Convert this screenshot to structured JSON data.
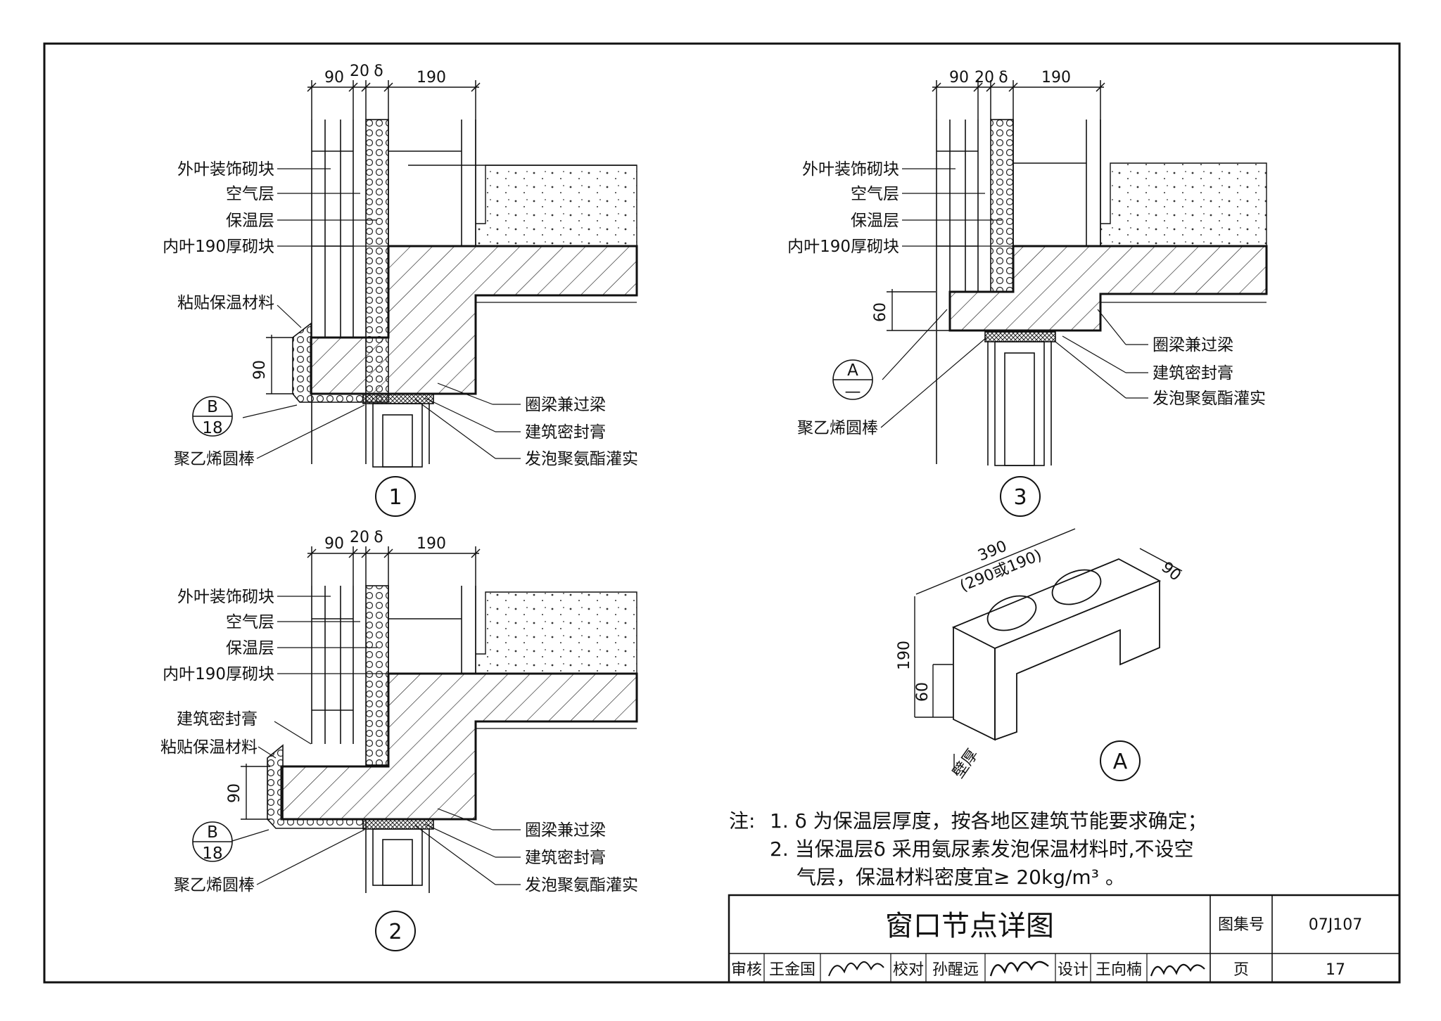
{
  "sheet": {
    "title": "窗口节点详图",
    "atlas_label": "图集号",
    "atlas_no": "07J107",
    "page_label": "页",
    "page_no": "17",
    "sign_row": {
      "review_label": "审核",
      "review_name": "王金国",
      "check_label": "校对",
      "check_name": "孙醒远",
      "design_label": "设计",
      "design_name": "王向楠"
    }
  },
  "details": [
    {
      "number": "1",
      "dims": [
        "90",
        "20",
        "δ",
        "190"
      ],
      "vdim": "90",
      "labels": [
        "外叶装饰砌块",
        "空气层",
        "保温层",
        "内叶190厚砌块",
        "粘贴保温材料",
        "聚乙烯圆棒",
        "圈梁兼过梁",
        "建筑密封膏",
        "发泡聚氨酯灌实"
      ],
      "ref": {
        "top": "B",
        "bottom": "18"
      }
    },
    {
      "number": "2",
      "dims": [
        "90",
        "20",
        "δ",
        "190"
      ],
      "vdim": "90",
      "labels": [
        "外叶装饰砌块",
        "空气层",
        "保温层",
        "内叶190厚砌块",
        "建筑密封膏",
        "粘贴保温材料",
        "聚乙烯圆棒",
        "圈梁兼过梁",
        "建筑密封膏",
        "发泡聚氨酯灌实"
      ],
      "ref": {
        "top": "B",
        "bottom": "18"
      }
    },
    {
      "number": "3",
      "dims": [
        "90",
        "20",
        "δ",
        "190"
      ],
      "vdim": "60",
      "labels": [
        "外叶装饰砌块",
        "空气层",
        "保温层",
        "内叶190厚砌块",
        "聚乙烯圆棒",
        "圈梁兼过梁",
        "建筑密封膏",
        "发泡聚氨酯灌实"
      ],
      "ref": {
        "top": "A",
        "bottom": "—"
      }
    }
  ],
  "block_a": {
    "label": "A",
    "length": "390",
    "length_alt": "(290或190)",
    "width": "90",
    "height": "190",
    "notch": "60",
    "wall": "壁厚"
  },
  "notes": {
    "prefix": "注:",
    "items": [
      "1.  δ 为保温层厚度，按各地区建筑节能要求确定；",
      "2.  当保温层δ 采用氨尿素发泡保温材料时,不设空",
      "气层，保温材料密度宜≥ 20kg/m³ 。"
    ]
  }
}
